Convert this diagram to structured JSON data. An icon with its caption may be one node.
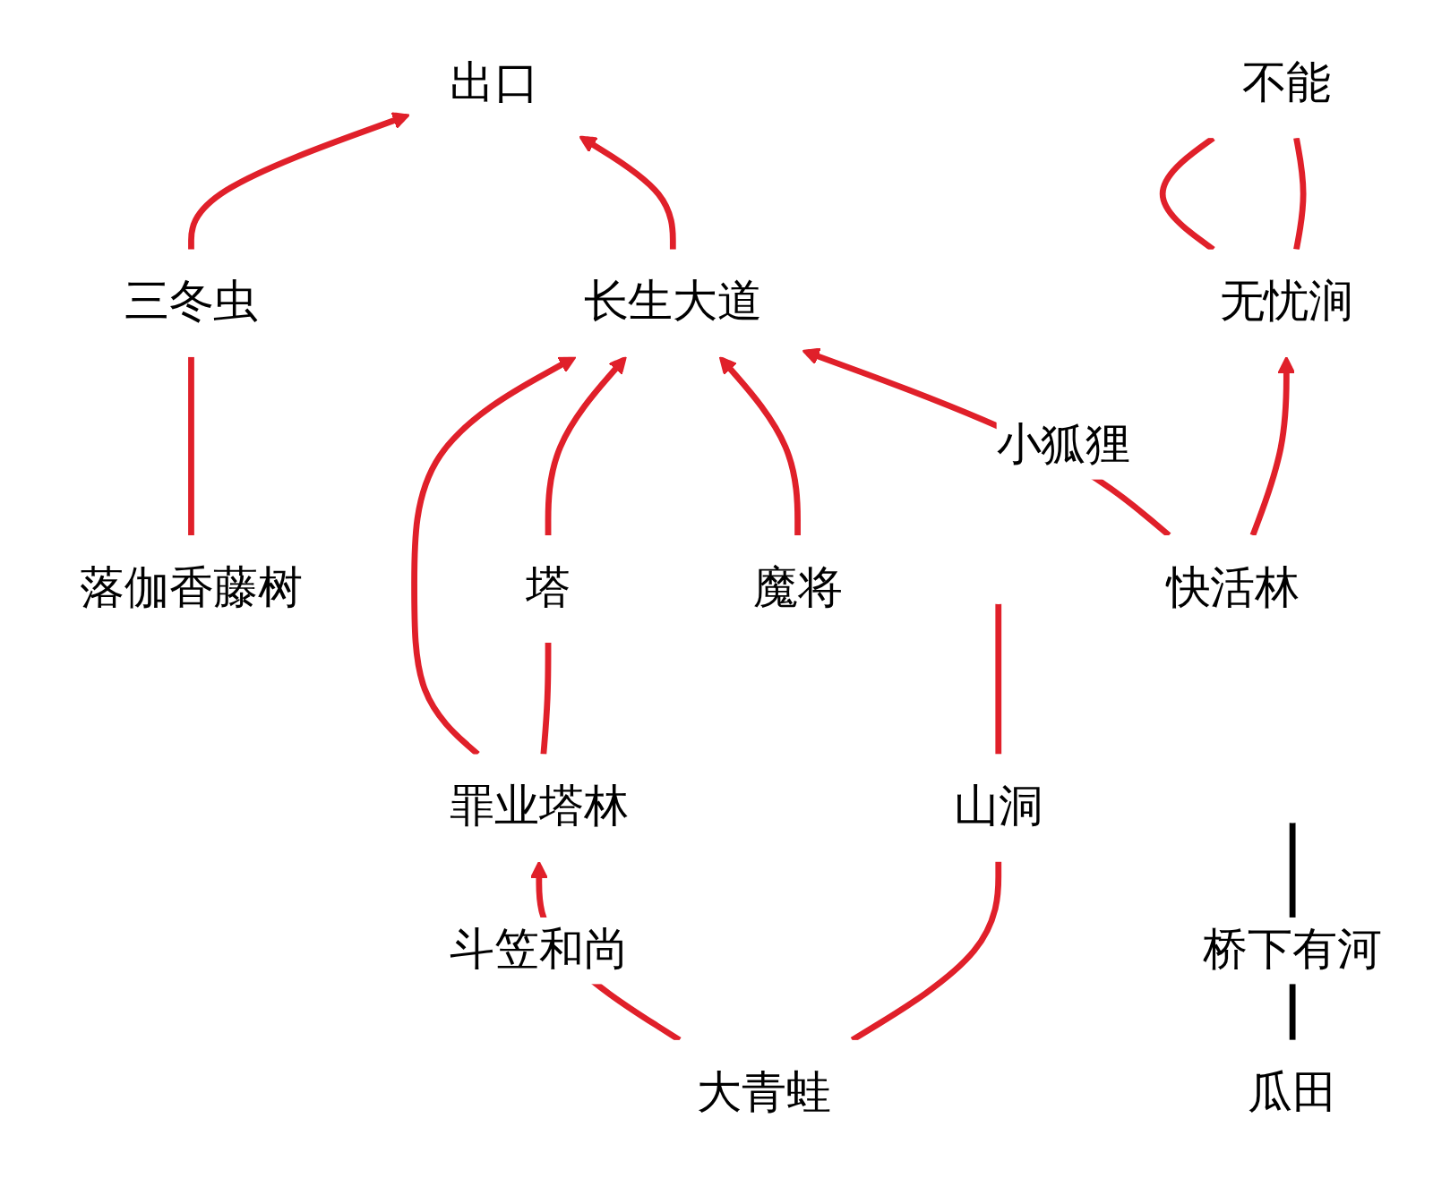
{
  "diagram": {
    "nodes": [
      {
        "text": [
          "落伽香藤树"
        ]
      },
      {
        "text": [
          "三冬虫"
        ]
      },
      {
        "text": [
          "出口"
        ]
      },
      {
        "text": [
          "长生大道"
        ]
      },
      {
        "text": [
          "塔"
        ]
      },
      {
        "text": [
          "罪业塔林"
        ]
      },
      {
        "text": [
          "魔将"
        ]
      },
      {
        "text": [
          "瓜田"
        ]
      },
      {
        "text": [
          "无忧涧"
        ]
      },
      {
        "text": [
          "不能"
        ]
      },
      {
        "text": [
          "快活林"
        ]
      },
      {
        "text": [
          "大青蛙"
        ]
      },
      {
        "text": [
          "山洞"
        ]
      }
    ],
    "edges": [
      {
        "from": 0,
        "to": 1,
        "arrow": "none"
      },
      {
        "from": 1,
        "to": 2,
        "arrow": "to"
      },
      {
        "from": 3,
        "to": 2,
        "arrow": "to"
      },
      {
        "from": 11,
        "to": 5,
        "arrow": "to",
        "label": "斗笠和尚"
      },
      {
        "from": 5,
        "to": 4,
        "arrow": "none"
      },
      {
        "from": 5,
        "to": 3,
        "arrow": "to"
      },
      {
        "from": 4,
        "to": 3,
        "arrow": "to"
      },
      {
        "from": 6,
        "to": 3,
        "arrow": "to"
      },
      {
        "from": 10,
        "to": 3,
        "arrow": "to",
        "label": "小狐狸"
      },
      {
        "from": 7,
        "to": null,
        "arrow": "none",
        "label": "桥下有河",
        "color": "#000000"
      },
      {
        "from": 10,
        "to": 8,
        "arrow": "to"
      },
      {
        "from": 8,
        "to": 9,
        "arrow": "none"
      },
      {
        "from": 9,
        "to": 8,
        "arrow": "none"
      },
      {
        "from": 11,
        "to": 12,
        "arrow": "none"
      },
      {
        "from": 12,
        "to": null,
        "arrow": "none"
      }
    ]
  }
}
